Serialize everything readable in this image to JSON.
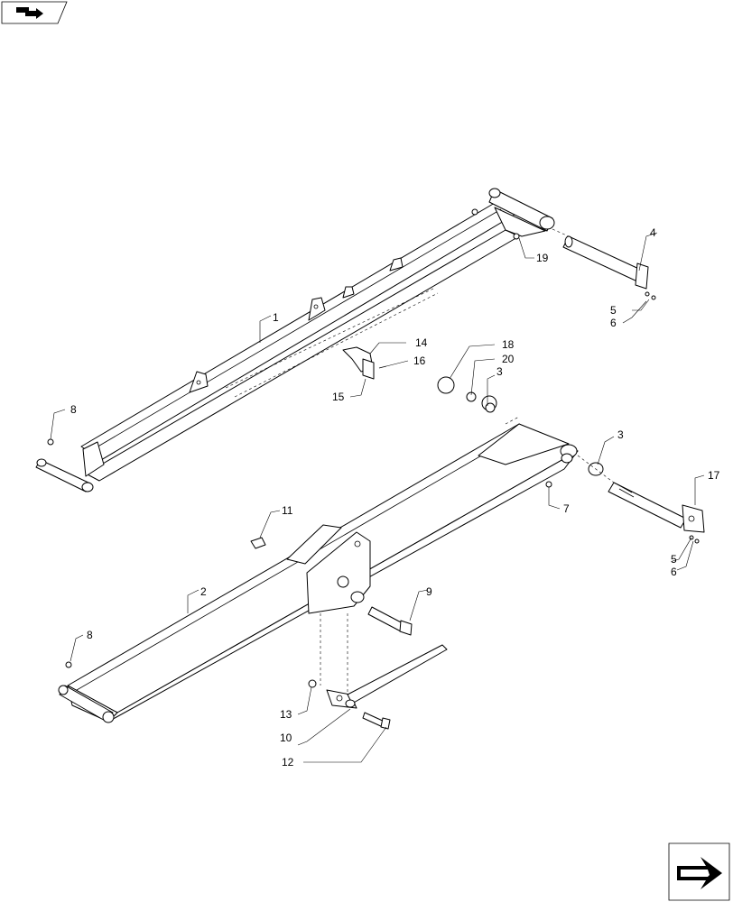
{
  "callouts": {
    "c1": "1",
    "c2": "2",
    "c3a": "3",
    "c3b": "3",
    "c4": "4",
    "c5a": "5",
    "c5b": "5",
    "c6a": "6",
    "c6b": "6",
    "c7": "7",
    "c8a": "8",
    "c8b": "8",
    "c9": "9",
    "c10": "10",
    "c11": "11",
    "c12": "12",
    "c13": "13",
    "c14": "14",
    "c15": "15",
    "c16": "16",
    "c17": "17",
    "c18": "18",
    "c19": "19",
    "c20": "20"
  },
  "icons": {
    "top_left": "previous-page-arrow-icon",
    "bottom_right": "next-page-arrow-icon"
  }
}
